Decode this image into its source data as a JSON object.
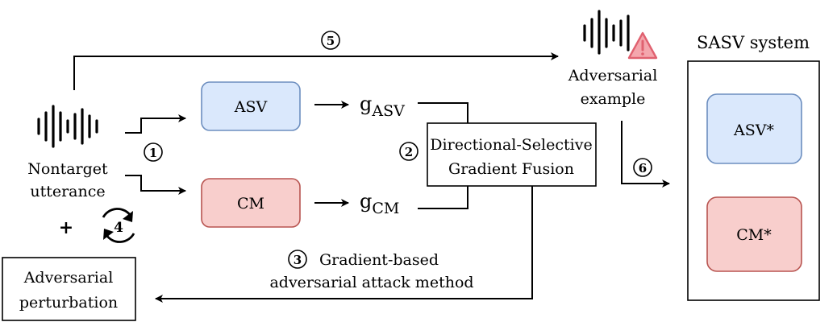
{
  "input": {
    "label_line1": "Nontarget",
    "label_line2": "utterance",
    "plus": "+",
    "icons": [
      "waveform-icon",
      "rotate-arrows-icon"
    ]
  },
  "models": {
    "asv": "ASV",
    "cm": "CM"
  },
  "gradients": {
    "asv_base": "g",
    "asv_sub": "ASV",
    "cm_base": "g",
    "cm_sub": "CM"
  },
  "fusion": {
    "line1": "Directional-Selective",
    "line2": "Gradient Fusion"
  },
  "attack": {
    "line1": "Gradient-based",
    "line2": "adversarial attack method"
  },
  "perturbation": {
    "line1": "Adversarial",
    "line2": "perturbation"
  },
  "adversarial_example": {
    "line1": "Adversarial",
    "line2": "example",
    "icons": [
      "waveform-icon",
      "warning-icon"
    ]
  },
  "sasv": {
    "title": "SASV system",
    "asv": "ASV*",
    "cm": "CM*"
  },
  "steps": [
    "1",
    "2",
    "3",
    "4",
    "5",
    "6"
  ],
  "colors": {
    "asv_fill": "#dae8fc",
    "asv_stroke": "#6c8ebf",
    "cm_fill": "#f8cecc",
    "cm_stroke": "#b85450",
    "warning_fill": "#f4a6ad",
    "warning_stroke": "#e06170"
  }
}
